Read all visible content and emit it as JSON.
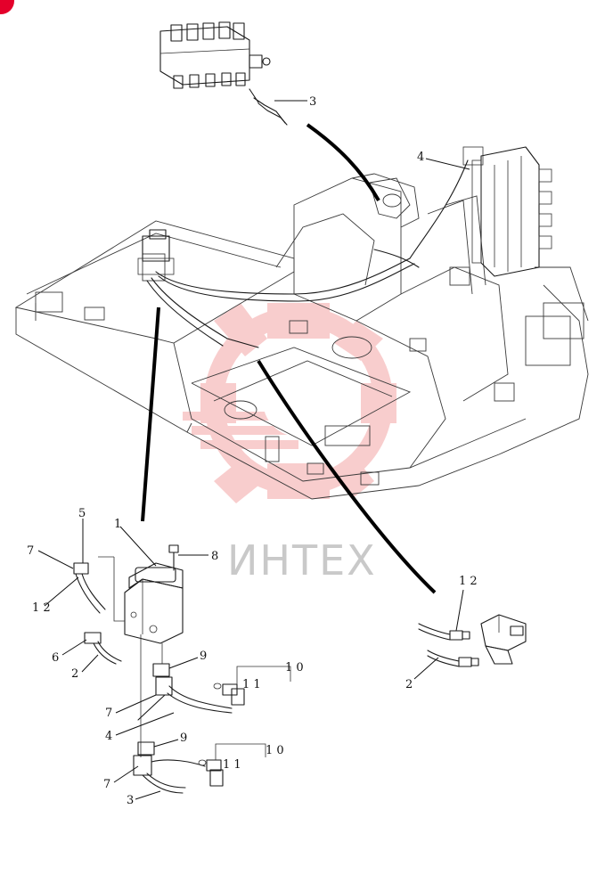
{
  "watermark": {
    "text": "ИНТЕХ",
    "color": "#f4a6a6"
  },
  "accent_color": "#e4002b",
  "callouts": {
    "c3_top": "3",
    "c4_top": "4",
    "c5": "5",
    "c1": "1",
    "c8": "8",
    "c7_left": "7",
    "c12_left": "1 2",
    "c6": "6",
    "c2_left": "2",
    "c9_upper": "9",
    "c10_upper": "1 0",
    "c11_upper": "1 1",
    "c7_mid": "7",
    "c4_bottom": "4",
    "c9_lower": "9",
    "c10_lower": "1 0",
    "c11_lower": "1 1",
    "c7_bottom": "7",
    "c3_bottom": "3",
    "c12_right": "1 2",
    "c2_right": "2"
  }
}
